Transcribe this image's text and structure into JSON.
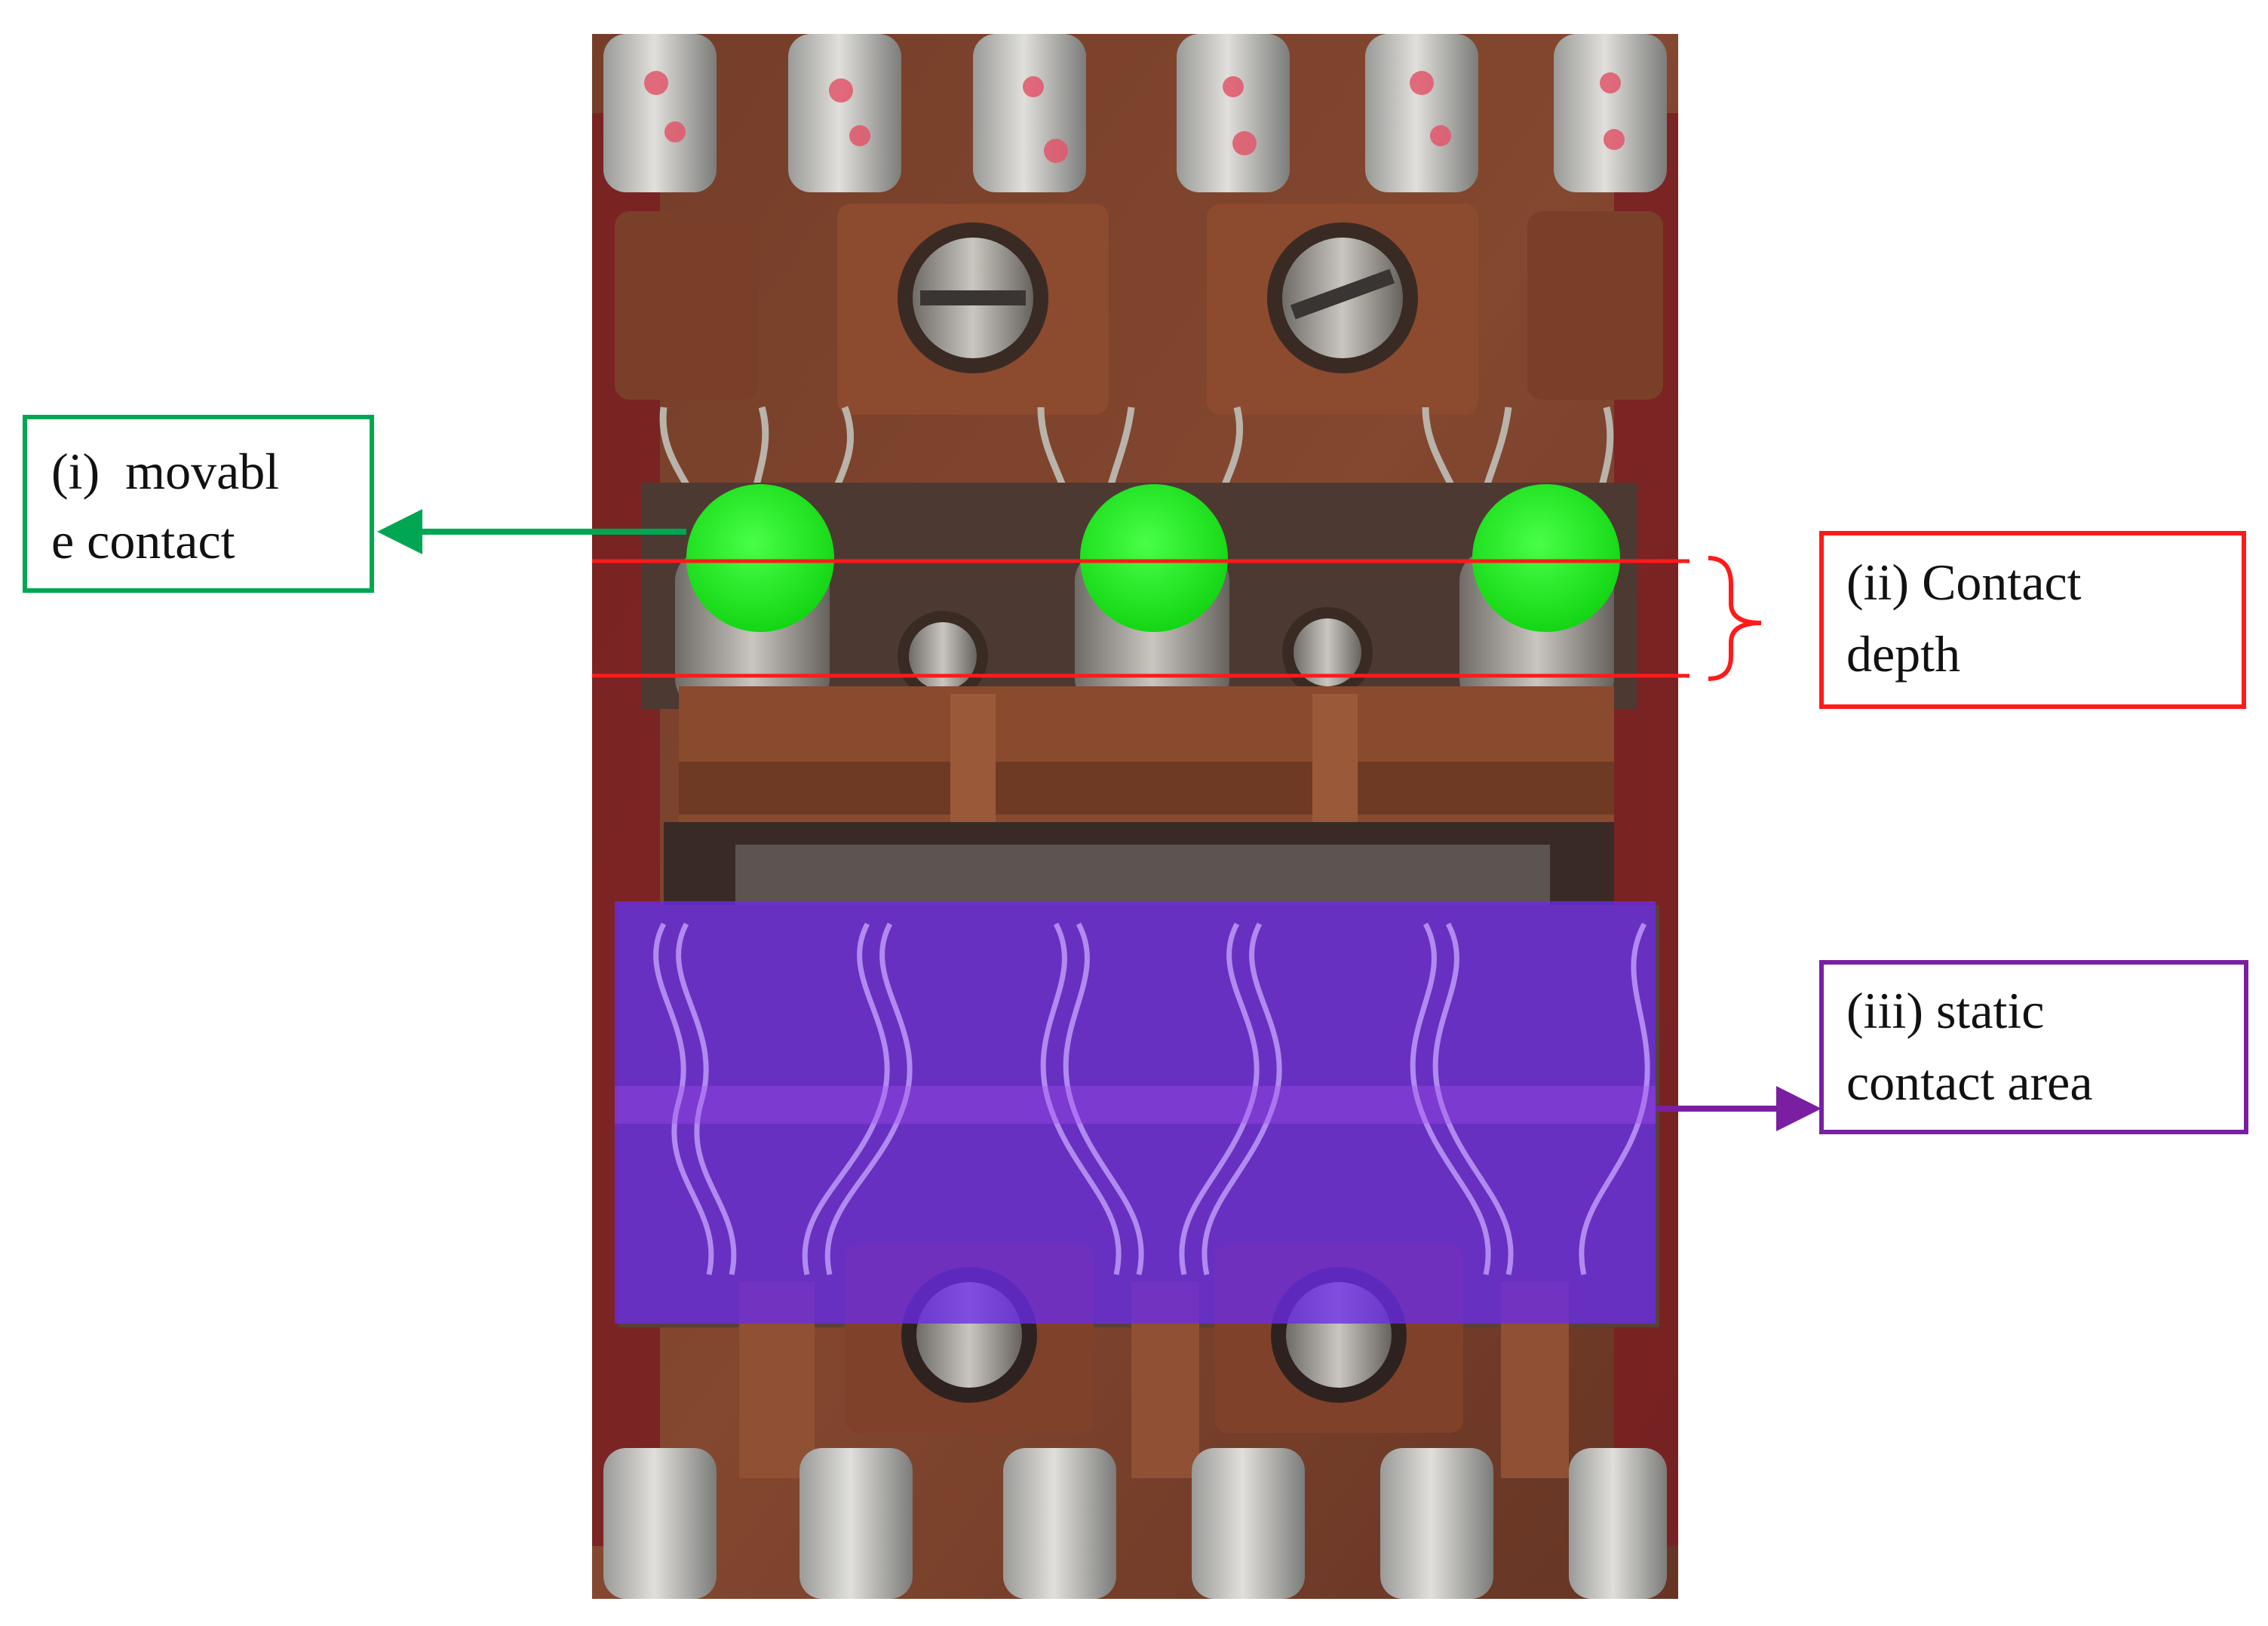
{
  "annotations": {
    "movable_contact": {
      "line1": "(i)  movabl",
      "line2": "e contact",
      "color": "#00a651"
    },
    "contact_depth": {
      "line1": "(ii) Contact",
      "line2": "depth",
      "color": "#ff1a1a"
    },
    "static_contact_area": {
      "line1": "(iii) static",
      "line2": "contact area",
      "color": "#7a1fa2"
    }
  },
  "overlay_colors": {
    "movable_contact_fill": "#22e622",
    "static_area_fill": "#6a2be8"
  }
}
